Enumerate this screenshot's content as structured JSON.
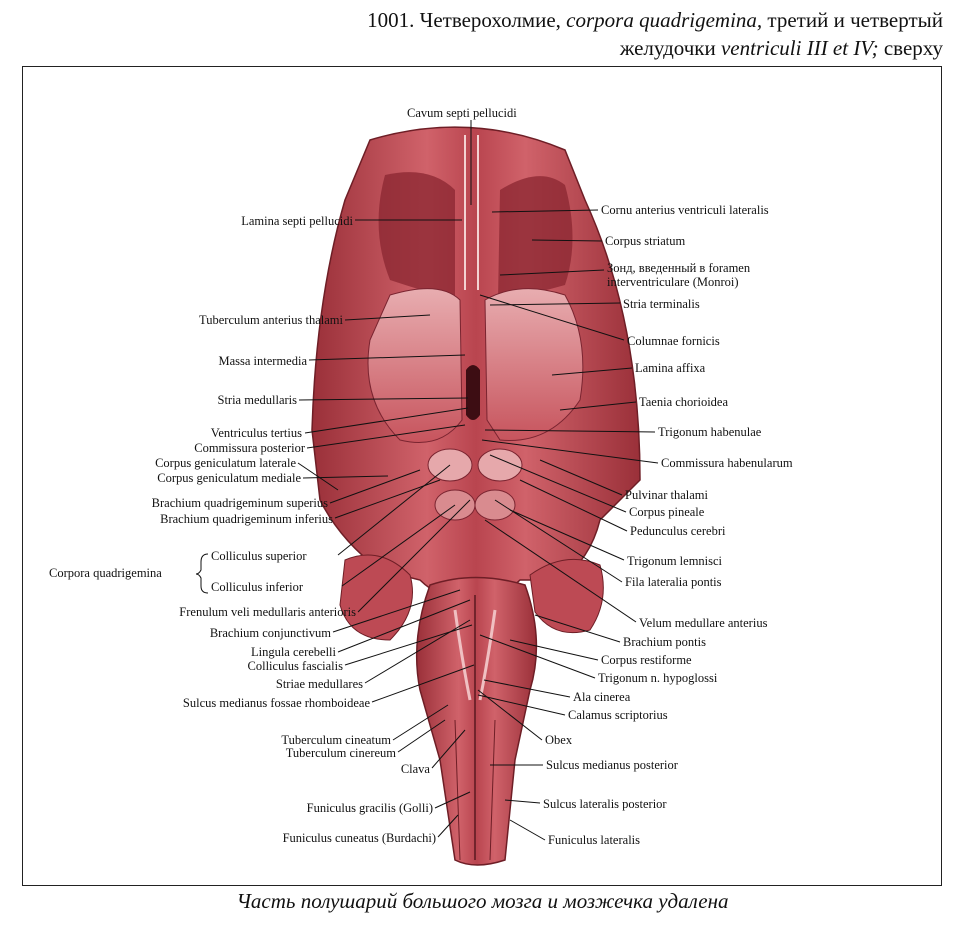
{
  "title": {
    "number": "1001.",
    "part1": "Четверохолмие,",
    "latin1": "corpora quadrigemina,",
    "part2": "третий и четвертый",
    "part3": "желудочки",
    "latin2": "ventriculi III et IV;",
    "part4": "сверху"
  },
  "caption": "Часть полушарий большого мозга и мозжечка удалена",
  "colors": {
    "tissue": "#c8525a",
    "tissue_dark": "#8e2a33",
    "tissue_light": "#e4a2a4",
    "line": "#111111"
  },
  "labels": {
    "cavum": "Cavum septi pellucidi",
    "lamina_septi": "Lamina septi pellucidi",
    "tub_anterius": "Tuberculum anterius thalami",
    "massa": "Massa intermedia",
    "stria_med": "Stria medullaris",
    "ventriculus": "Ventriculus tertius",
    "comm_post": "Commissura posterior",
    "cg_lat": "Corpus geniculatum laterale",
    "cg_med": "Corpus geniculatum mediale",
    "br_sup": "Brachium quadrigeminum superius",
    "br_inf": "Brachium quadrigeminum inferius",
    "corpora": "Corpora quadrigemina",
    "coll_sup": "Colliculus superior",
    "coll_inf": "Colliculus inferior",
    "frenulum": "Frenulum veli medullaris anterioris",
    "br_conj": "Brachium conjunctivum",
    "lingula": "Lingula cerebelli",
    "coll_fasc": "Colliculus fascialis",
    "striae": "Striae medullares",
    "sulcus_med_fossae": "Sulcus medianus fossae rhomboideae",
    "tub_cin": "Tuberculum cineatum",
    "tub_ciner": "Tuberculum cinereum",
    "clava": "Clava",
    "fun_grac": "Funiculus gracilis (Golli)",
    "fun_cun": "Funiculus cuneatus (Burdachi)",
    "cornu": "Cornu anterius ventriculi lateralis",
    "corpus_str": "Corpus striatum",
    "zond1": "Зонд, введенный в foramen",
    "zond2": "interventriculare (Monroi)",
    "stria_term": "Stria terminalis",
    "columnae": "Columnae fornicis",
    "lamina_aff": "Lamina affixa",
    "taenia": "Taenia chorioidea",
    "trig_hab": "Trigonum habenulae",
    "comm_hab": "Commissura habenularum",
    "pulvinar": "Pulvinar thalami",
    "pineale": "Corpus pineale",
    "pedunc": "Pedunculus cerebri",
    "trig_lemn": "Trigonum lemnisci",
    "fila": "Fila lateralia pontis",
    "velum": "Velum medullare anterius",
    "br_pontis": "Brachium pontis",
    "restiforme": "Corpus restiforme",
    "trig_hypo": "Trigonum n. hypoglossi",
    "ala": "Ala cinerea",
    "calamus": "Calamus scriptorius",
    "obex": "Obex",
    "sulc_med_post": "Sulcus medianus posterior",
    "sulc_lat_post": "Sulcus lateralis posterior",
    "fun_lat": "Funiculus lateralis"
  }
}
